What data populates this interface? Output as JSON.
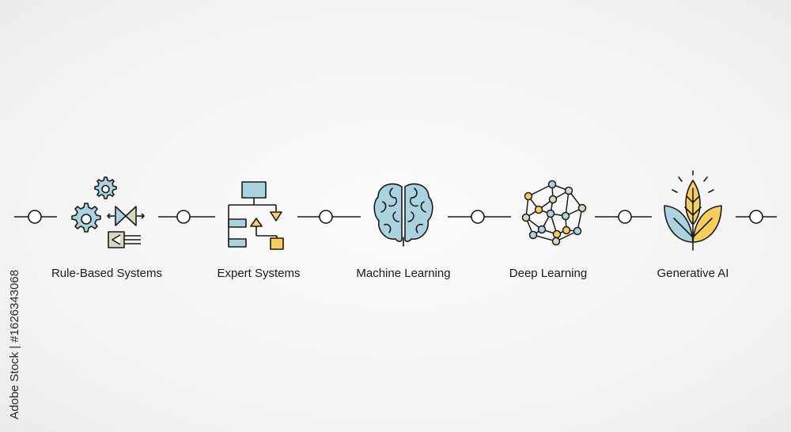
{
  "stages": [
    {
      "label": "Rule-Based Systems",
      "icon": "gears-valve-icon"
    },
    {
      "label": "Expert Systems",
      "icon": "flowchart-icon"
    },
    {
      "label": "Machine Learning",
      "icon": "brain-icon"
    },
    {
      "label": "Deep Learning",
      "icon": "neural-network-icon"
    },
    {
      "label": "Generative AI",
      "icon": "sprout-leaves-icon"
    }
  ],
  "side_text": "Adobe Stock | #1626343068",
  "colors": {
    "line": "#1a1a1a",
    "blue": "#a9d3df",
    "yellow": "#f5cf5a",
    "beige": "#d9d6c0",
    "node_fill": "#ffffff"
  }
}
